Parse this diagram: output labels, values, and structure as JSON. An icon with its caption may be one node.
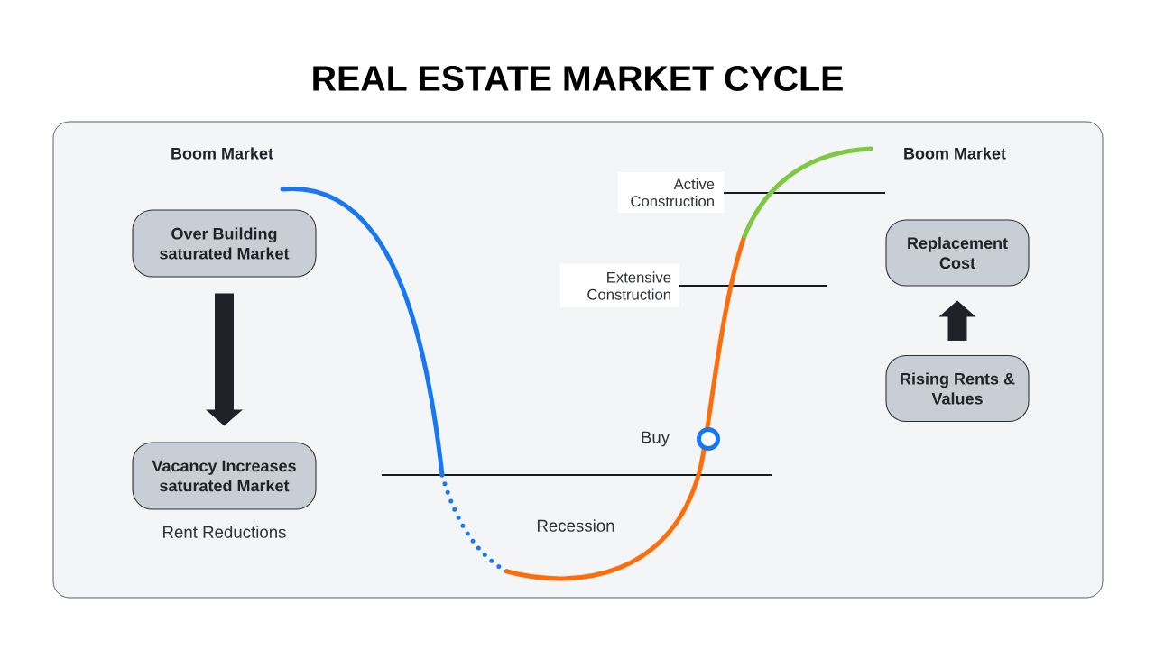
{
  "diagram": {
    "title": "REAL ESTATE MARKET CYCLE",
    "nodes": [
      {
        "text": [
          "Over Building saturated Market"
        ]
      },
      {
        "text": [
          "Vacancy Increases saturated Market"
        ],
        "beside": [
          "Rent Reductions"
        ]
      },
      {
        "text": [
          "Replacement Cost"
        ]
      },
      {
        "text": [
          "Rising Rents & Values"
        ]
      }
    ],
    "edges": [
      {
        "from": 0,
        "to": 1,
        "arrow": "to"
      },
      {
        "from": 3,
        "to": 2,
        "arrow": "to"
      }
    ],
    "labels": [
      "Boom Market",
      "Boom Market",
      "Active Construction",
      "Extensive Construction",
      "Buy",
      "Recession"
    ]
  }
}
